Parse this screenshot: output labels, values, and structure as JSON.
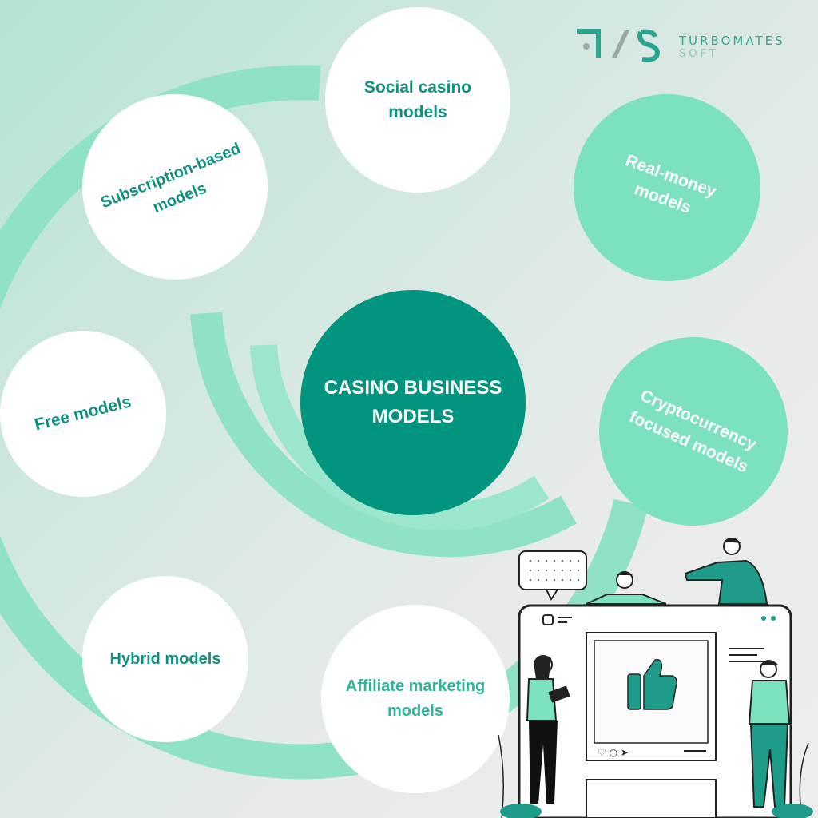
{
  "logo": {
    "brand": "TURBOMATES",
    "sub": "SOFT",
    "mark_icon": "tms-monogram-icon"
  },
  "diagram": {
    "center_label": "CASINO BUSINESS\nMODELS",
    "nodes": {
      "social": "Social casino\nmodels",
      "subscription": "Subscription-based\nmodels",
      "real_money": "Real-money\nmodels",
      "free": "Free models",
      "crypto": "Cryptocurrency\nfocused models",
      "hybrid": "Hybrid models",
      "affiliate": "Affiliate marketing\nmodels"
    }
  },
  "colors": {
    "accent_dark": "#01957f",
    "accent_mint": "#7ce1be",
    "ring": "#90e2c6",
    "text_teal": "#0f8f80"
  },
  "illustration": {
    "icon": "social-media-like-illustration-icon"
  }
}
